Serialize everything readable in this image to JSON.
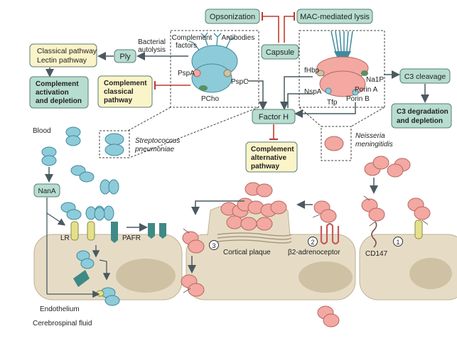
{
  "colors": {
    "green_box": "#b7ddd1",
    "yellow_box": "#fbf4c9",
    "box_border": "#5b7d73",
    "bacteria_blue": "#8ecbd9",
    "meningo_pink": "#f3a8a1",
    "cell": "#e6dcc6",
    "nucleus": "#cfc2a4",
    "inhibit_red": "#c0392b",
    "membrane_green": "#8fc0a8",
    "receptor_yellow": "#e4e08c"
  },
  "labels": {
    "opsonization": "Opsonization",
    "mac_lysis": "MAC-mediated lysis",
    "capsule": "Capsule",
    "classical_lectin_1": "Classical pathway",
    "classical_lectin_2": "Lectin pathway",
    "complement_activation_1": "Complement",
    "complement_activation_2": "activation",
    "complement_activation_3": "and depletion",
    "complement_classical_1": "Complement",
    "complement_classical_2": "classical",
    "complement_classical_3": "pathway",
    "ply": "Ply",
    "bacterial_autolysis_1": "Bacterial",
    "bacterial_autolysis_2": "autolysis",
    "complement_factors_1": "Complement",
    "complement_factors_2": "factors",
    "antibodies": "Antibodies",
    "pspa": "PspA",
    "pspc": "PspC",
    "pcho": "PCho",
    "fhbp": "fHbp",
    "na1p": "Na1P",
    "nspa": "NspA",
    "porin_a": "Porin A",
    "porin_b": "Porin B",
    "tfp": "Tfp",
    "c3_cleavage": "C3 cleavage",
    "c3_degradation_1": "C3 degradation",
    "c3_degradation_2": "and depletion",
    "factor_h": "Factor H",
    "complement_alt_1": "Complement",
    "complement_alt_2": "alternative",
    "complement_alt_3": "pathway",
    "blood": "Blood",
    "strep_1": "Streptococcus",
    "strep_2": "pneumoniae",
    "neisseria_1": "Neisseria",
    "neisseria_2": "meningitidis",
    "nana": "NanA",
    "lr": "LR",
    "pafr": "PAFR",
    "step3": "3",
    "cortical_plaque": "Cortical plaque",
    "step2": "2",
    "b2_receptor": "β2-adrenoceptor",
    "cd147": "CD147",
    "step1": "1",
    "endothelium": "Endothelium",
    "csf": "Cerebrospinal fluid"
  }
}
